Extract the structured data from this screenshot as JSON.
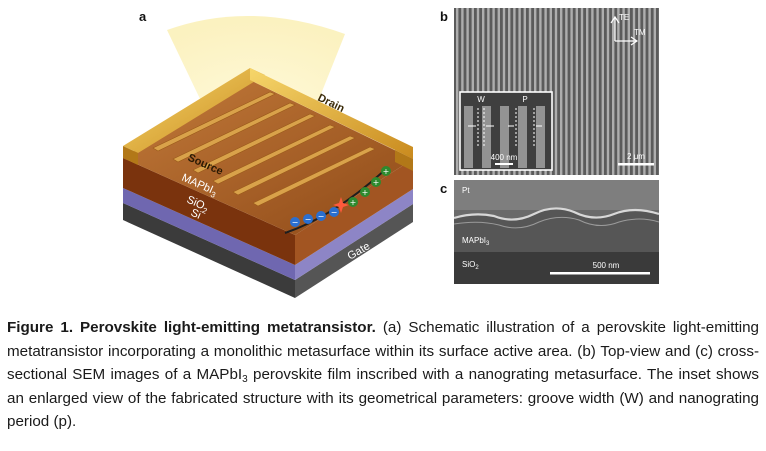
{
  "panels": {
    "a": "a",
    "b": "b",
    "c": "c"
  },
  "schematic": {
    "drain": "Drain",
    "source": "Source",
    "gate": "Gate",
    "layer_1_main": "MAPbI",
    "layer_1_sub": "3",
    "layer_2_main": "SiO",
    "layer_2_sub": "2",
    "layer_3": "Si",
    "hole_sign": "+",
    "electron_sign": "−"
  },
  "sem_top": {
    "te_label": "TE",
    "tm_label": "TM",
    "width_label": "W",
    "period_label": "P",
    "inset_scale": "400 nm",
    "main_scale": "2 μm"
  },
  "sem_cross": {
    "top_layer": "Pt",
    "mid_layer": "MAPbI",
    "mid_layer_sub": "3",
    "bottom_layer": "SiO",
    "bottom_layer_sub": "2",
    "scale": "500 nm"
  },
  "caption": {
    "title": "Figure 1. Perovskite light-emitting metatransistor.",
    "text_1": " (a) Schematic illustration of a perovskite light-emitting metatransistor incorporating a monolithic metasurface within its surface active area. (b) Top-view and (c) cross-sectional SEM images of a MAPbI",
    "text_sub": "3",
    "text_2": " perovskite film inscribed with a nanograting metasurface. The inset shows an enlarged view of the fabricated structure with its geometrical parameters: groove width (W) and nanograting period (p)."
  },
  "colors": {
    "light_cone": "#fbf3c4",
    "gold": "#e0a832",
    "perovskite": "#8a3b10",
    "oxide": "#7b72b8",
    "silicon": "#4a4a4a",
    "electron": "#2a6fd0",
    "hole": "#2e8a2e"
  }
}
